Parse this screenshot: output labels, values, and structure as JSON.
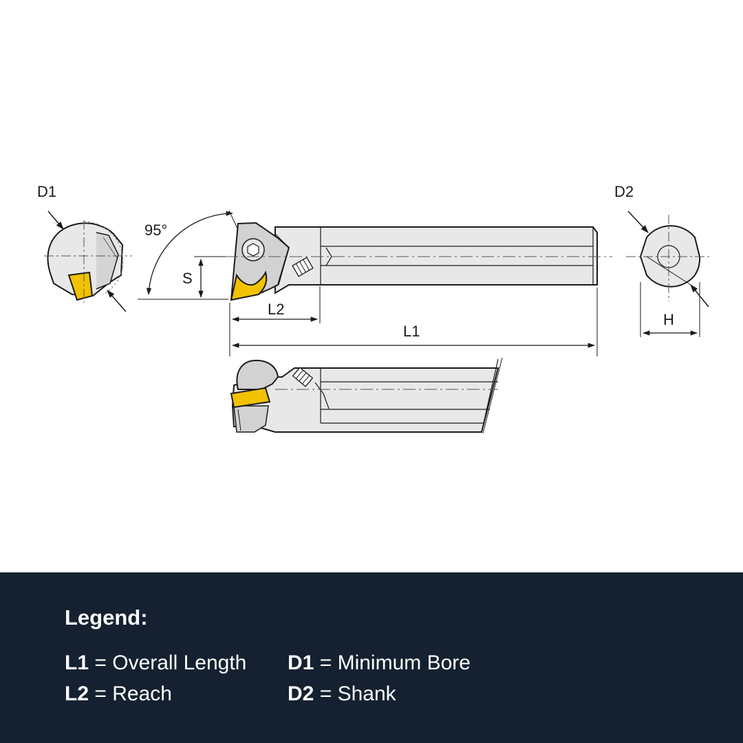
{
  "drawing": {
    "labels": {
      "d1": "D1",
      "d2": "D2",
      "angle": "95°",
      "s": "S",
      "l2": "L2",
      "l1": "L1",
      "h": "H"
    },
    "colors": {
      "insert": "#f2c200",
      "body": "#e8e8e8",
      "body_dark": "#d2d2d2",
      "outline": "#1a1a1a"
    }
  },
  "legend": {
    "title": "Legend:",
    "background": "#152130",
    "items": [
      {
        "key": "L1",
        "eq": "=",
        "desc": "Overall Length"
      },
      {
        "key": "D1",
        "eq": "=",
        "desc": "Minimum Bore"
      },
      {
        "key": "L2",
        "eq": "=",
        "desc": "Reach"
      },
      {
        "key": "D2",
        "eq": "=",
        "desc": "Shank"
      }
    ]
  }
}
